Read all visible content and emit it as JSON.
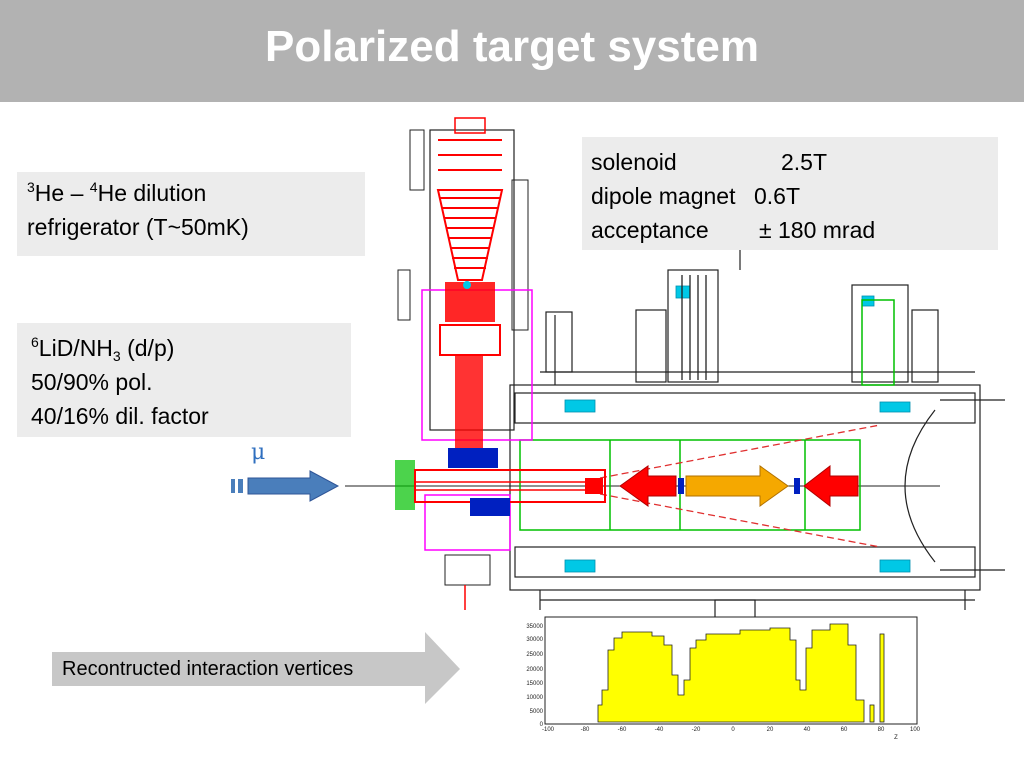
{
  "slide": {
    "title": "Polarized target system"
  },
  "refrigerator": {
    "iso1": "3",
    "dash": "He – ",
    "iso2": "4",
    "line1_rest": "He dilution",
    "line2": "refrigerator (T~50mK)"
  },
  "material": {
    "iso": "6",
    "formula_a": "LiD/NH",
    "formula_sub": "3",
    "formula_b": " (d/p)",
    "pol": "50/90% pol.",
    "dil": "40/16% dil. factor"
  },
  "specs": [
    {
      "name": "solenoid",
      "value": "2.5T"
    },
    {
      "name": "dipole magnet",
      "value": "0.6T"
    },
    {
      "name": "acceptance",
      "value": "± 180 mrad"
    }
  ],
  "beam": {
    "label": "μ"
  },
  "vertices": {
    "label": "Recontructed interaction vertices"
  },
  "histogram": {
    "y_ticks": [
      "35000",
      "30000",
      "25000",
      "20000",
      "15000",
      "10000",
      "5000",
      "0"
    ],
    "x_ticks": [
      "-100",
      "-80",
      "-60",
      "-40",
      "-20",
      "0",
      "20",
      "40",
      "60",
      "80",
      "100"
    ],
    "x_axis_label": "Z",
    "fill_color": "#ffff00"
  },
  "colors": {
    "title_bg": "#b2b2b2",
    "box_bg": "#ececec",
    "arrow_blue": "#4a7ebb",
    "arrow_gray": "#c7c7c7",
    "cryostat_red": "#ff0000",
    "magenta": "#ff00ff",
    "green": "#00c000",
    "cyan": "#00c8e6",
    "orange_arrow": "#f5a800"
  }
}
